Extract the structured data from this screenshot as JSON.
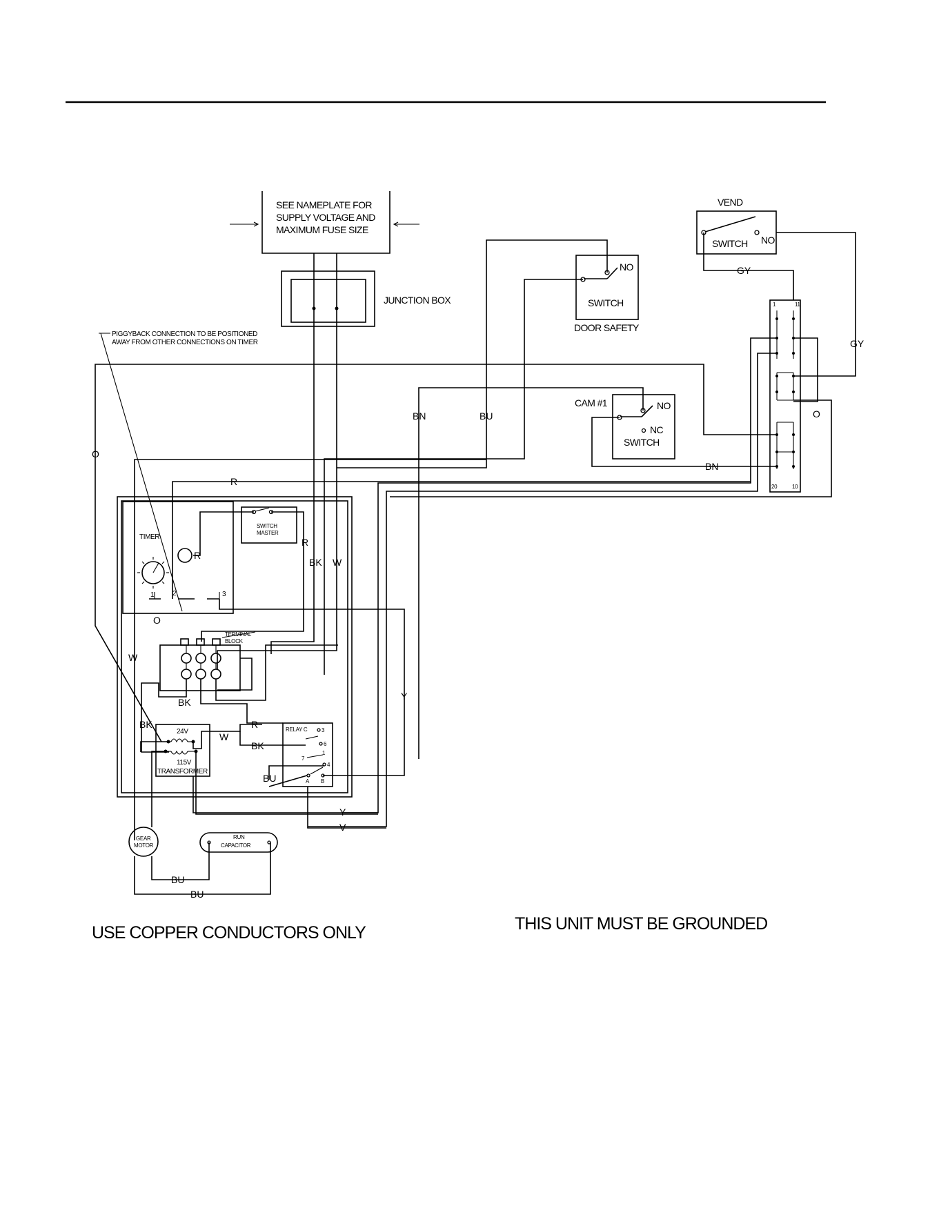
{
  "page": {
    "footer_left": "USE COPPER CONDUCTORS ONLY",
    "footer_right": "THIS UNIT MUST BE GROUNDED"
  },
  "components": {
    "supply": [
      "SEE NAMEPLATE FOR",
      "SUPPLY VOLTAGE AND",
      "MAXIMUM FUSE SIZE"
    ],
    "junction_box": "JUNCTION BOX",
    "piggyback_note": [
      "PIGGYBACK CONNECTION TO BE POSITIONED",
      "AWAY FROM OTHER CONNECTIONS ON TIMER"
    ],
    "vend_title": "VEND",
    "vend_switch": "SWITCH",
    "vend_no": "NO",
    "door_switch": "SWITCH",
    "door_no": "NO",
    "door_safety": "DOOR SAFETY",
    "cam_title": "CAM #1",
    "cam_no": "NO",
    "cam_nc": "NC",
    "cam_switch": "SWITCH",
    "timer": "TIMER",
    "timer_r": "R",
    "timer_t1": "1",
    "timer_t2": "2",
    "timer_t3": "3",
    "master_switch": [
      "SWITCH",
      "MASTER"
    ],
    "terminal_block": [
      "TERMINAL",
      "BLOCK"
    ],
    "transformer_24": "24V",
    "transformer_115": "115V",
    "transformer": "TRANSFORMER",
    "relay": "RELAY C",
    "relay_pins": [
      "3",
      "6",
      "7",
      "1",
      "4",
      "A",
      "B"
    ],
    "gear_motor": [
      "GEAR",
      "MOTOR"
    ],
    "run_capacitor": [
      "RUN",
      "CAPACITOR"
    ],
    "connector_pins": [
      "1",
      "11",
      "20",
      "10"
    ]
  },
  "wire_labels": {
    "gy_top": "GY",
    "gy_right": "GY",
    "o_right": "O",
    "o_left": "O",
    "o_timer": "O",
    "bn_left": "BN",
    "bu_top": "BU",
    "bn_cam": "BN",
    "r_top": "R",
    "r_master": "R",
    "bk_mid": "BK",
    "w_mid": "W",
    "w_left": "W",
    "bk_tb": "BK",
    "bk_left": "BK",
    "r_relay": "R",
    "w_trans": "W",
    "bk_relay": "BK",
    "bu_relay": "BU",
    "y_right": "Y",
    "y_bottom": "Y",
    "v_bottom": "V",
    "bu_motor1": "BU",
    "bu_motor2": "BU"
  }
}
